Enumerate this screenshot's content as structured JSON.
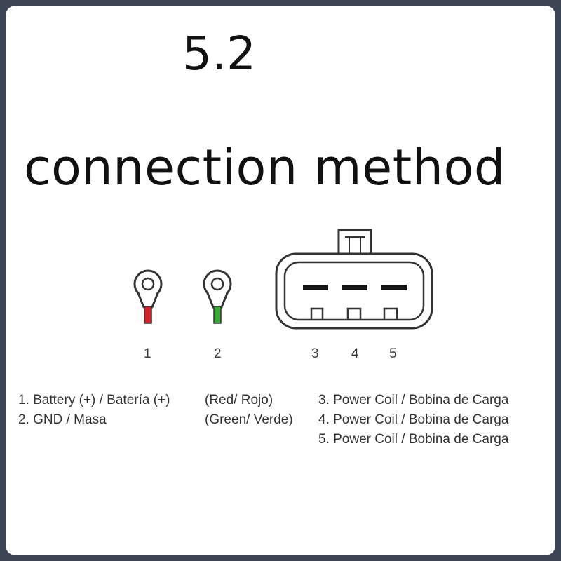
{
  "title": {
    "line1": "5.2",
    "line2": "connection method"
  },
  "pins": [
    {
      "number": "1",
      "kind": "ring-terminal",
      "color": "#d6202a"
    },
    {
      "number": "2",
      "kind": "ring-terminal",
      "color": "#3aa838"
    },
    {
      "number": "3",
      "kind": "connector-pin"
    },
    {
      "number": "4",
      "kind": "connector-pin"
    },
    {
      "number": "5",
      "kind": "connector-pin"
    }
  ],
  "legend": {
    "col1": [
      "1. Battery (+) / Batería (+)",
      "2. GND / Masa"
    ],
    "col2": [
      "(Red/ Rojo)",
      "(Green/ Verde)"
    ],
    "col3": [
      "3. Power Coil / Bobina de Carga",
      "4. Power Coil / Bobina de Carga",
      "5. Power Coil / Bobina de Carga"
    ]
  },
  "colors": {
    "background": "#3d4453",
    "panel": "#ffffff",
    "line": "#333333"
  }
}
